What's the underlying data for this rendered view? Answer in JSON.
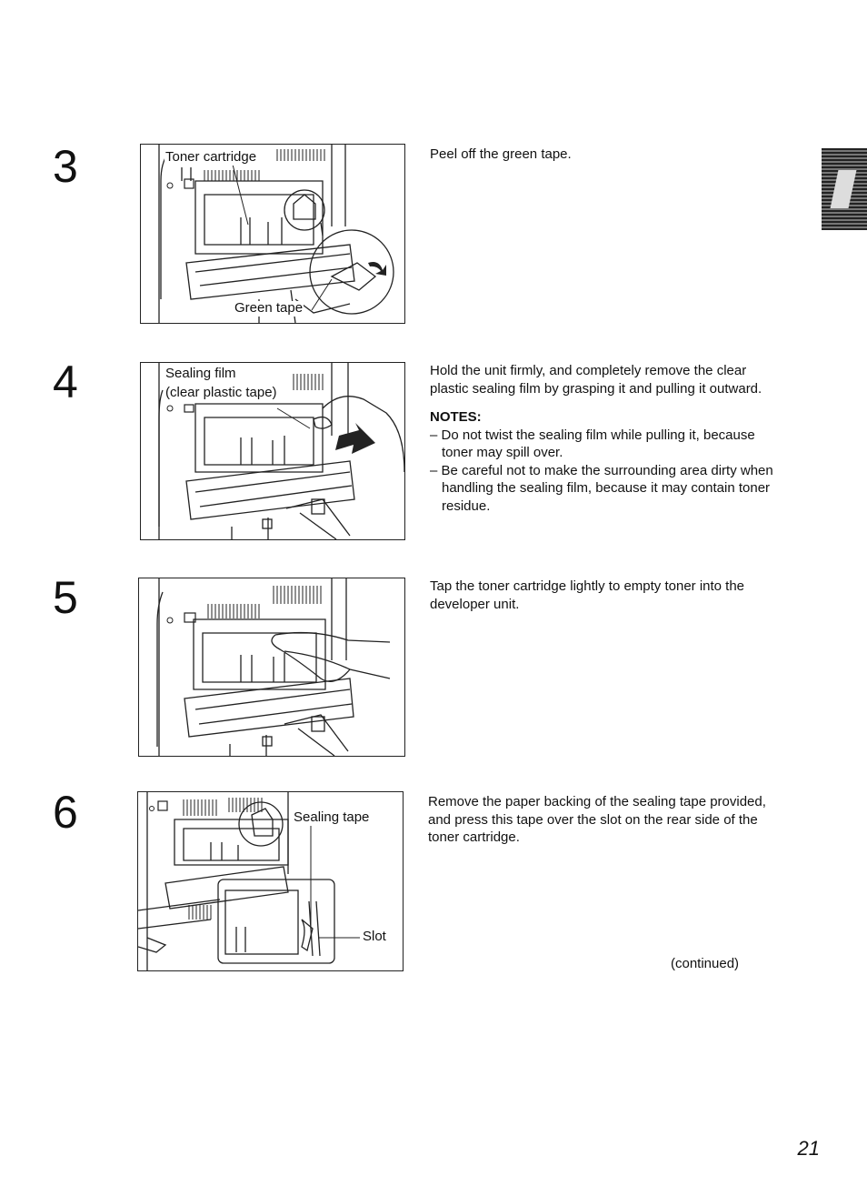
{
  "page_number": "21",
  "continued": "(continued)",
  "steps": [
    {
      "number": "3",
      "labels": {
        "a": "Toner cartridge",
        "b": "Green tape"
      },
      "text": "Peel off the green tape."
    },
    {
      "number": "4",
      "labels": {
        "a": "Sealing film",
        "b": "(clear plastic tape)"
      },
      "text": "Hold the unit firmly, and completely remove the clear plastic sealing film by grasping it and pulling it outward.",
      "notes_title": "NOTES:",
      "notes": [
        "– Do not twist the sealing film while pulling it, because toner may spill over.",
        "– Be careful not to make the surrounding area dirty when handling the sealing film, because it may contain toner residue."
      ]
    },
    {
      "number": "5",
      "text": "Tap the toner cartridge lightly to empty toner into the developer unit."
    },
    {
      "number": "6",
      "labels": {
        "a": "Sealing tape",
        "b": "Slot"
      },
      "text": "Remove the paper backing of the sealing tape provided, and press this tape over the slot on the rear side of the toner cartridge."
    }
  ]
}
